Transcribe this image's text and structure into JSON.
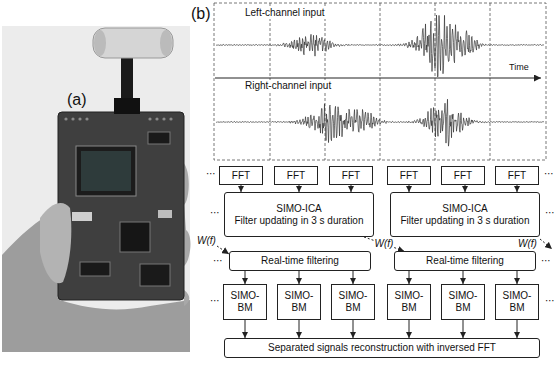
{
  "diagram": {
    "nodes": [
      {
        "text": [
          "FFT"
        ]
      },
      {
        "text": [
          "FFT"
        ]
      },
      {
        "text": [
          "FFT"
        ]
      },
      {
        "text": [
          "FFT"
        ]
      },
      {
        "text": [
          "FFT"
        ]
      },
      {
        "text": [
          "FFT"
        ]
      },
      {
        "text": [
          "SIMO-ICA",
          "Filter updating in 3 s duration"
        ]
      },
      {
        "text": [
          "SIMO-ICA",
          "Filter updating in 3 s duration"
        ]
      },
      {
        "text": [
          "Real-time filtering"
        ]
      },
      {
        "text": [
          "Real-time filtering"
        ]
      },
      {
        "text": [
          "SIMO-BM"
        ]
      },
      {
        "text": [
          "SIMO-BM"
        ]
      },
      {
        "text": [
          "SIMO-BM"
        ]
      },
      {
        "text": [
          "SIMO-BM"
        ]
      },
      {
        "text": [
          "SIMO-BM"
        ]
      },
      {
        "text": [
          "SIMO-BM"
        ]
      },
      {
        "text": [
          "Separated signals reconstruction with inversed FFT"
        ]
      }
    ],
    "edges": [
      {
        "from": 0,
        "to": 6,
        "arrow": "to"
      },
      {
        "from": 1,
        "to": 6,
        "arrow": "to"
      },
      {
        "from": 2,
        "to": 6,
        "arrow": "to"
      },
      {
        "from": 3,
        "to": 7,
        "arrow": "to"
      },
      {
        "from": 4,
        "to": 7,
        "arrow": "to"
      },
      {
        "from": 5,
        "to": 7,
        "arrow": "to"
      },
      {
        "from": 6,
        "to": 9,
        "label": "W(f)",
        "arrow": "to"
      },
      {
        "from": 8,
        "to": 10,
        "arrow": "to"
      },
      {
        "from": 8,
        "to": 11,
        "arrow": "to"
      },
      {
        "from": 8,
        "to": 12,
        "arrow": "to"
      },
      {
        "from": 9,
        "to": 13,
        "arrow": "to"
      },
      {
        "from": 9,
        "to": 14,
        "arrow": "to"
      },
      {
        "from": 9,
        "to": 15,
        "arrow": "to"
      },
      {
        "from": 10,
        "to": 16,
        "arrow": "to"
      },
      {
        "from": 11,
        "to": 16,
        "arrow": "to"
      },
      {
        "from": 12,
        "to": 16,
        "arrow": "to"
      },
      {
        "from": 13,
        "to": 16,
        "arrow": "to"
      },
      {
        "from": 14,
        "to": 16,
        "arrow": "to"
      },
      {
        "from": 15,
        "to": 16,
        "arrow": "to"
      }
    ],
    "labels": [
      "(a)",
      "(b)",
      "Left-channel input",
      "Time",
      "Right-channel input",
      "W(f)",
      "W(f)",
      "⋯",
      "⋯",
      "⋯",
      "⋯",
      "⋯",
      "⋯",
      "⋯",
      "⋯"
    ]
  }
}
